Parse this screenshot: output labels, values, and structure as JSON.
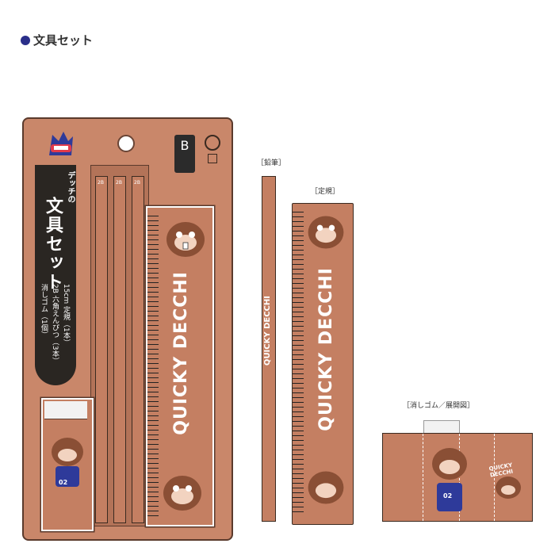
{
  "heading": {
    "text": "文具セット",
    "bullet_color": "#2a2f8a"
  },
  "package": {
    "title_small": "デッチの",
    "title_big": "文具セット",
    "items": [
      "15cm 定規（1本）",
      "2B 六角えんぴつ（3本）",
      "消しゴム（1個）"
    ],
    "pencil_grade": "2B",
    "ruler_text": "QUICKY DECCHI",
    "player_number": "02",
    "colors": {
      "card": "#c9876a",
      "panel": "#2a2622",
      "item": "#c47f62"
    }
  },
  "labels": {
    "pencil": "［鉛筆］",
    "ruler": "［定規］",
    "eraser": "［消しゴム／展開図］"
  },
  "detail": {
    "pencil_text": "QUICKY DECCHI",
    "ruler_text": "QUICKY DECCHI",
    "eraser_text": "QUICKY DECCHI",
    "player_number": "02"
  }
}
